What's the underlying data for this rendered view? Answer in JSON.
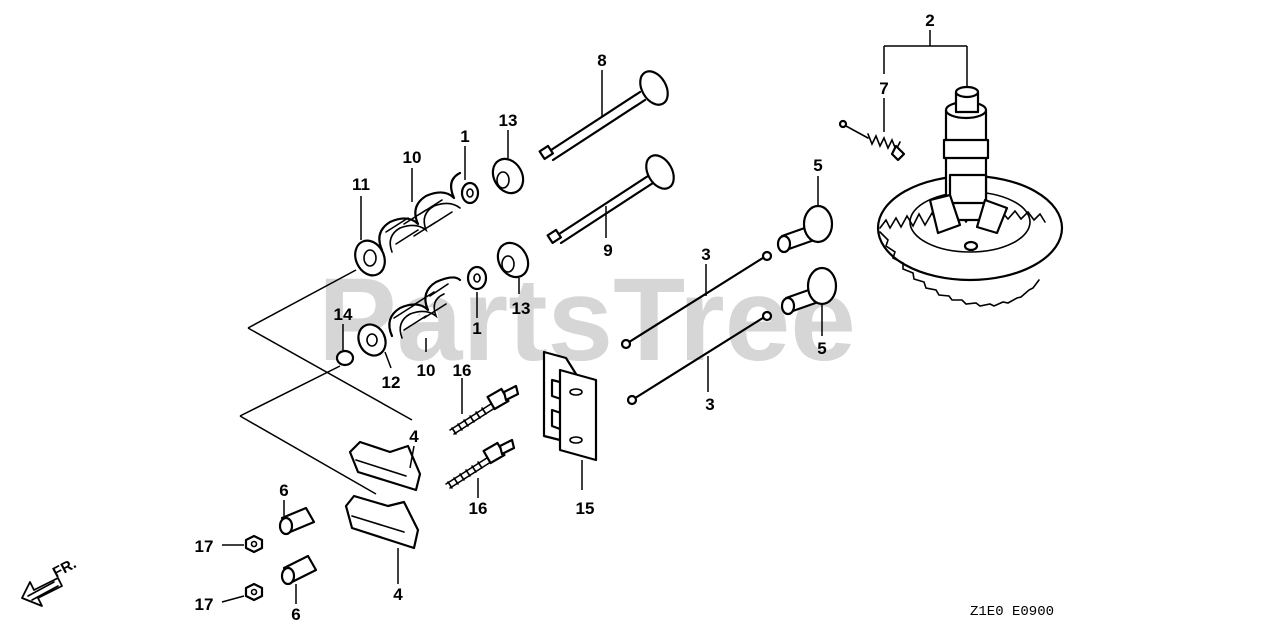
{
  "watermark": "PartsTree",
  "diagram_code": "Z1E0 E0900",
  "direction_label": "FR.",
  "callouts": {
    "c1a": "1",
    "c1b": "1",
    "c2": "2",
    "c3a": "3",
    "c3b": "3",
    "c4a": "4",
    "c4b": "4",
    "c5a": "5",
    "c5b": "5",
    "c6a": "6",
    "c6b": "6",
    "c7": "7",
    "c8": "8",
    "c9": "9",
    "c10a": "10",
    "c10b": "10",
    "c11": "11",
    "c12": "12",
    "c13a": "13",
    "c13b": "13",
    "c14": "14",
    "c15": "15",
    "c16a": "16",
    "c16b": "16",
    "c17a": "17",
    "c17b": "17"
  }
}
